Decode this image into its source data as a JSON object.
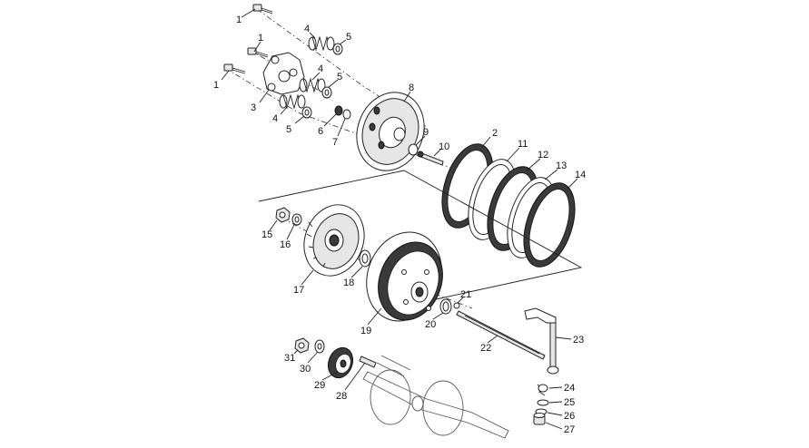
{
  "diagram": {
    "labels": [
      "1",
      "1",
      "1",
      "2",
      "3",
      "4",
      "4",
      "4",
      "5",
      "5",
      "5",
      "6",
      "7",
      "8",
      "9",
      "10",
      "11",
      "12",
      "13",
      "14",
      "15",
      "16",
      "17",
      "18",
      "19",
      "20",
      "21",
      "22",
      "23",
      "24",
      "25",
      "26",
      "27",
      "28",
      "29",
      "30",
      "31"
    ]
  }
}
